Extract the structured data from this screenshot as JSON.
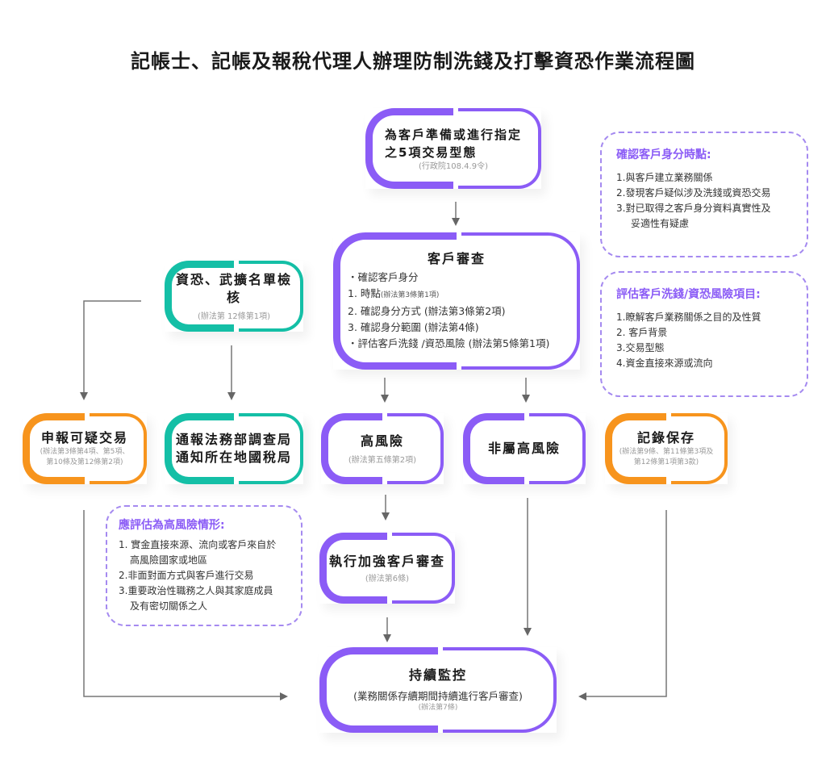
{
  "title": "記帳士、記帳及報稅代理人辦理防制洗錢及打擊資恐作業流程圖",
  "colors": {
    "purple": "#8b5cf6",
    "teal": "#14bfa6",
    "orange": "#f7941d",
    "arrow": "#666666"
  },
  "nodes": {
    "start": {
      "title_line1": "為客戶準備或進行指定",
      "title_line2": "之5項交易型態",
      "sub": "(行政院108.4.9令)"
    },
    "cdd": {
      "title": "客戶審查",
      "items": [
        "・確認客戶身分",
        "1.  時點",
        "2.  確認身分方式 (辦法第3條第2項)",
        "3.  確認身分範圍 (辦法第4條)",
        "・評估客戶洗錢 /資恐風險 (辦法第5條第1項)"
      ],
      "item1_note": "(辦法第3條第1項)"
    },
    "screening": {
      "title": "資恐、武擴名單檢核",
      "sub": "(辦法第 12條第1項)"
    },
    "str": {
      "title": "申報可疑交易",
      "sub_line1": "(辦法第3條第4項、第5項、",
      "sub_line2": "第10條及第12條第2項)"
    },
    "notify": {
      "title_line1": "通報法務部調查局",
      "title_line2": "通知所在地國稅局"
    },
    "high_risk": {
      "title": "高風險",
      "sub": "(辦法第五條第2項)"
    },
    "non_high_risk": {
      "title": "非屬高風險"
    },
    "records": {
      "title": "記錄保存",
      "sub_line1": "(辦法第9條、第11條第3項及",
      "sub_line2": "第12條第1項第3款)"
    },
    "edd": {
      "title": "執行加強客戶審查",
      "sub": "(辦法第6條)"
    },
    "monitor": {
      "title": "持續監控",
      "sub": "(業務關係存續期間持續進行客戶審查)",
      "note": "(辦法第7條)"
    }
  },
  "notes": {
    "timing": {
      "title": "確認客戶身分時點:",
      "items": [
        "1.與客戶建立業務關係",
        "2.發現客戶疑似涉及洗錢或資恐交易",
        "3.對已取得之客戶身分資料真實性及",
        "妥適性有疑慮"
      ]
    },
    "risk_items": {
      "title": "評估客戶洗錢/資恐風險項目:",
      "items": [
        "1.瞭解客戶業務關係之目的及性質",
        "2. 客戶背景",
        "3.交易型態",
        "4.資金直接來源或流向"
      ]
    },
    "high_risk_cases": {
      "title": "應評估為高風險情形:",
      "items": [
        "1. 實金直接來源、流向或客戶來自於",
        "高風險國家或地區",
        "2.非面對面方式與客戶進行交易",
        "3.重要政治性職務之人與其家庭成員",
        "及有密切關係之人"
      ]
    }
  }
}
